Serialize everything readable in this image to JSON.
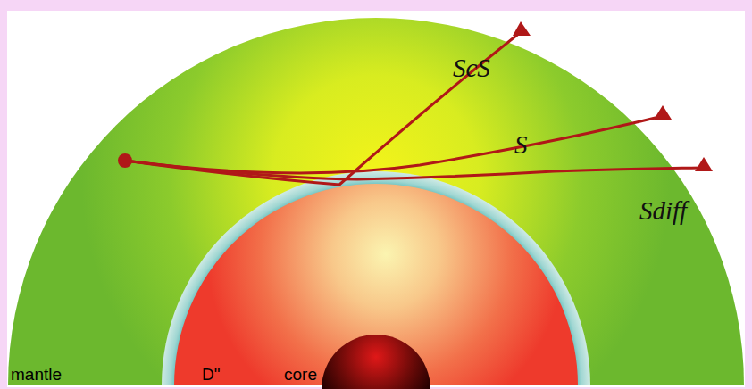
{
  "diagram": {
    "labels": [
      "ScS",
      "S",
      "Sdiff",
      "mantle",
      "D\"",
      "core"
    ]
  }
}
